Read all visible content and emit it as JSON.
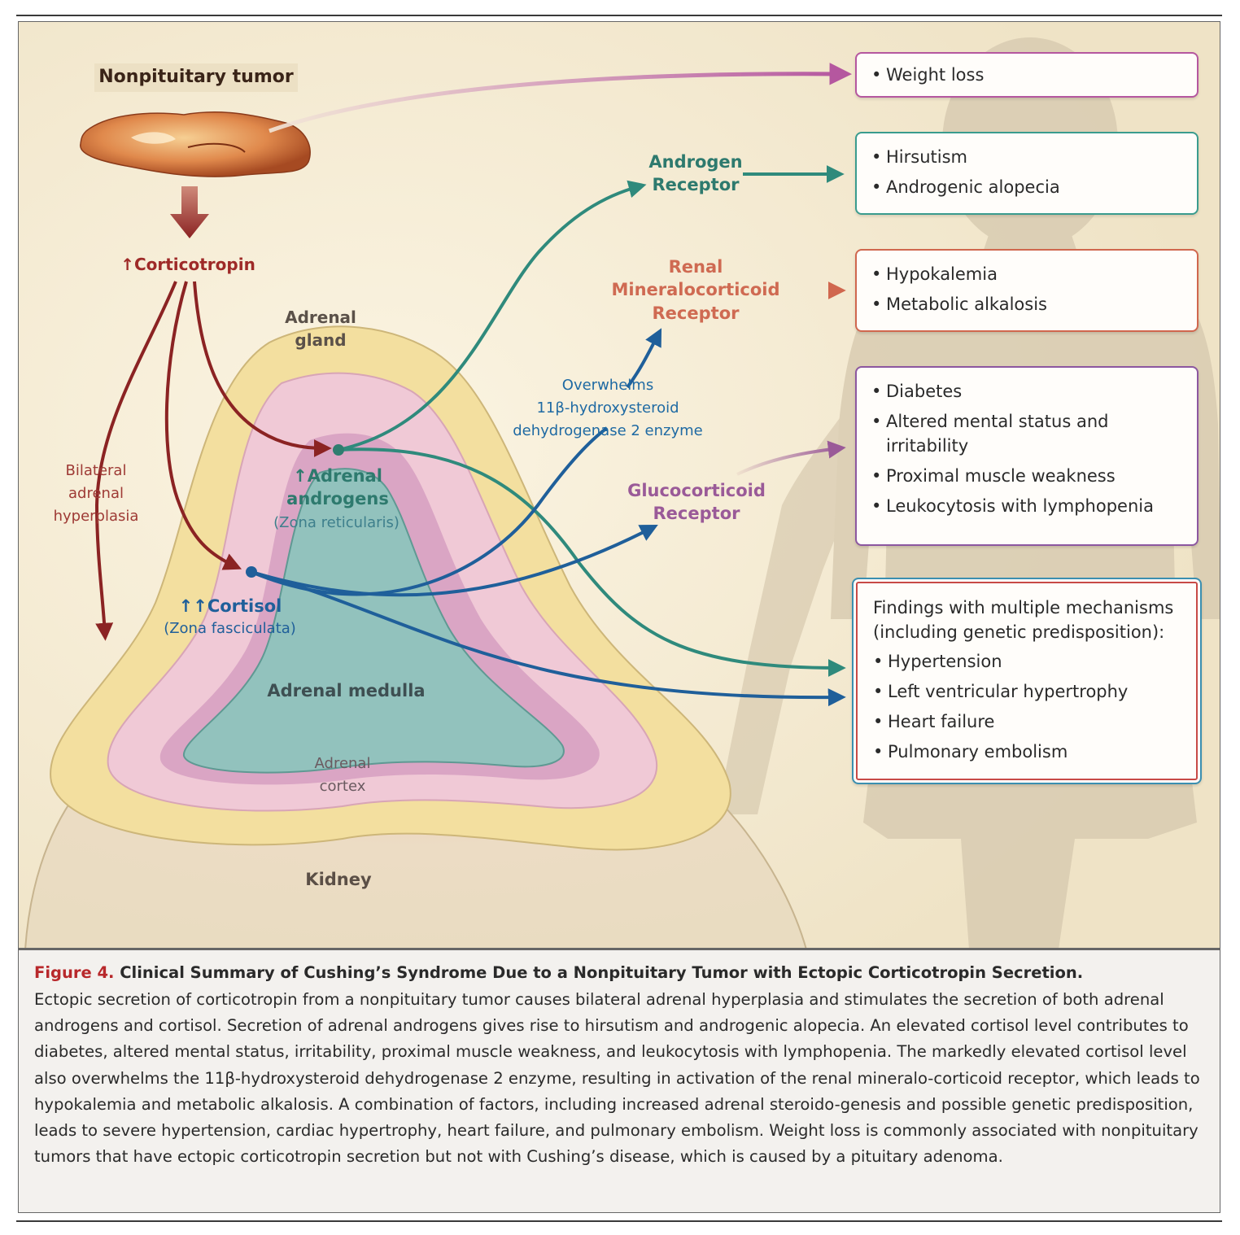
{
  "diagram": {
    "tumor_label": "Nonpituitary tumor",
    "corticotropin_label": "↑Corticotropin",
    "bilateral_label": [
      "Bilateral",
      "adrenal",
      "hyperplasia"
    ],
    "adrenal_gland_label": [
      "Adrenal",
      "gland"
    ],
    "adrenal_androgens_label": [
      "↑Adrenal",
      "androgens"
    ],
    "zona_reticularis_label": "(Zona reticularis)",
    "cortisol_label": "↑↑Cortisol",
    "zona_fasciculata_label": "(Zona fasciculata)",
    "adrenal_medulla_label": "Adrenal medulla",
    "adrenal_cortex_label": [
      "Adrenal",
      "cortex"
    ],
    "kidney_label": "Kidney",
    "androgen_receptor_label": [
      "Androgen",
      "Receptor"
    ],
    "renal_receptor_label": [
      "Renal",
      "Mineralocorticoid",
      "Receptor"
    ],
    "overwhelms_label": [
      "Overwhelms",
      "11β-hydroxysteroid",
      "dehydrogenase 2 enzyme"
    ],
    "glucocorticoid_receptor_label": [
      "Glucocorticoid",
      "Receptor"
    ]
  },
  "boxes": {
    "weight": {
      "items": [
        "Weight loss"
      ]
    },
    "androgen_effects": {
      "items": [
        "Hirsutism",
        "Androgenic alopecia"
      ]
    },
    "mineralocorticoid_effects": {
      "items": [
        "Hypokalemia",
        "Metabolic alkalosis"
      ]
    },
    "glucocorticoid_effects": {
      "items": [
        "Diabetes",
        "Altered mental status and irritability",
        "Proximal muscle weakness",
        "Leukocytosis with lymphopenia"
      ]
    },
    "multiple": {
      "heading": "Findings with multiple mechanisms (including genetic predisposition):",
      "items": [
        "Hypertension",
        "Left ventricular hypertrophy",
        "Heart failure",
        "Pulmonary embolism"
      ]
    }
  },
  "caption": {
    "figure_number": "Figure 4.",
    "title": "Clinical Summary of Cushing’s Syndrome Due to a Nonpituitary Tumor with Ectopic Corticotropin Secretion.",
    "body": "Ectopic secretion of corticotropin from a nonpituitary tumor causes bilateral adrenal hyperplasia and stimulates the secretion of both adrenal androgens and cortisol. Secretion of adrenal androgens gives rise to hirsutism and androgenic alopecia. An elevated cortisol level contributes to diabetes, altered mental status, irritability, proximal muscle weakness, and leukocytosis with lymphopenia. The markedly elevated cortisol level also overwhelms the 11β-hydroxysteroid dehydrogenase 2 enzyme, resulting in activation of the renal mineralo-corticoid receptor, which leads to hypokalemia and metabolic alkalosis. A combination of factors, including increased adrenal steroido-genesis and possible genetic predisposition, leads to severe hypertension, cardiac hypertrophy, heart failure, and pulmonary embolism. Weight loss is commonly associated with nonpituitary tumors that have ectopic corticotropin secretion but not with Cushing’s disease, which is caused by a pituitary adenoma."
  },
  "colors": {
    "red_arrow": "#8b2323",
    "teal_arrow": "#2f8a7c",
    "blue_arrow": "#1f5f9a",
    "orange_arrow": "#d0674e",
    "purple_arrow": "#9a5a98",
    "magenta_arrow": "#b5579f",
    "figure_red": "#b8282b"
  }
}
